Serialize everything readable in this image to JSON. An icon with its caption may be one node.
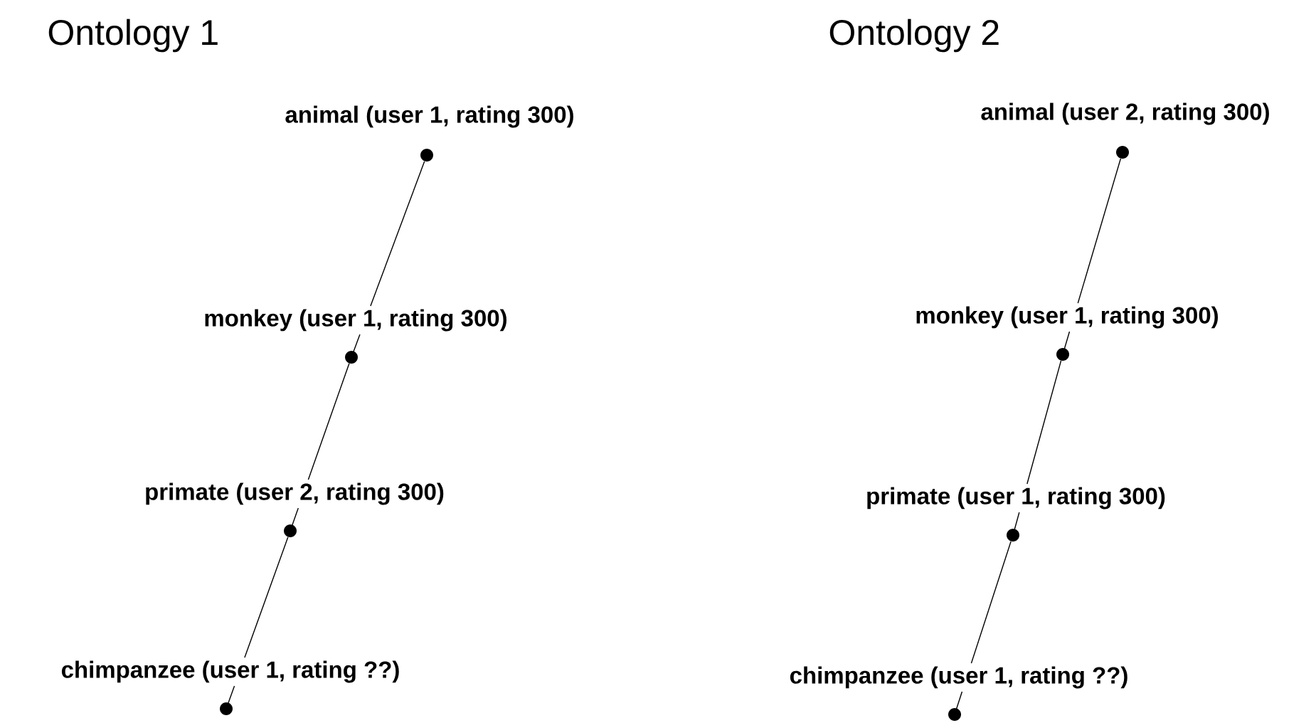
{
  "diagram": {
    "nodes": [
      {
        "text": [
          "animal (user 1, rating 300)"
        ]
      },
      {
        "text": [
          "monkey (user 1, rating 300)"
        ]
      },
      {
        "text": [
          "primate (user 2, rating 300)"
        ]
      },
      {
        "text": [
          "chimpanzee (user 1, rating ??)"
        ]
      },
      {
        "text": [
          "animal (user 2, rating 300)"
        ]
      },
      {
        "text": [
          "monkey (user 1, rating 300)"
        ]
      },
      {
        "text": [
          "primate (user 1, rating 300)"
        ]
      },
      {
        "text": [
          "chimpanzee (user 1, rating ??)"
        ]
      }
    ],
    "edges": [
      {
        "from": 0,
        "to": 1,
        "arrow": "none"
      },
      {
        "from": 1,
        "to": 2,
        "arrow": "none"
      },
      {
        "from": 2,
        "to": 3,
        "arrow": "none"
      },
      {
        "from": 4,
        "to": 5,
        "arrow": "none"
      },
      {
        "from": 5,
        "to": 6,
        "arrow": "none"
      },
      {
        "from": 6,
        "to": 7,
        "arrow": "none"
      }
    ],
    "labels": [
      "Ontology 1",
      "Ontology 2"
    ]
  }
}
